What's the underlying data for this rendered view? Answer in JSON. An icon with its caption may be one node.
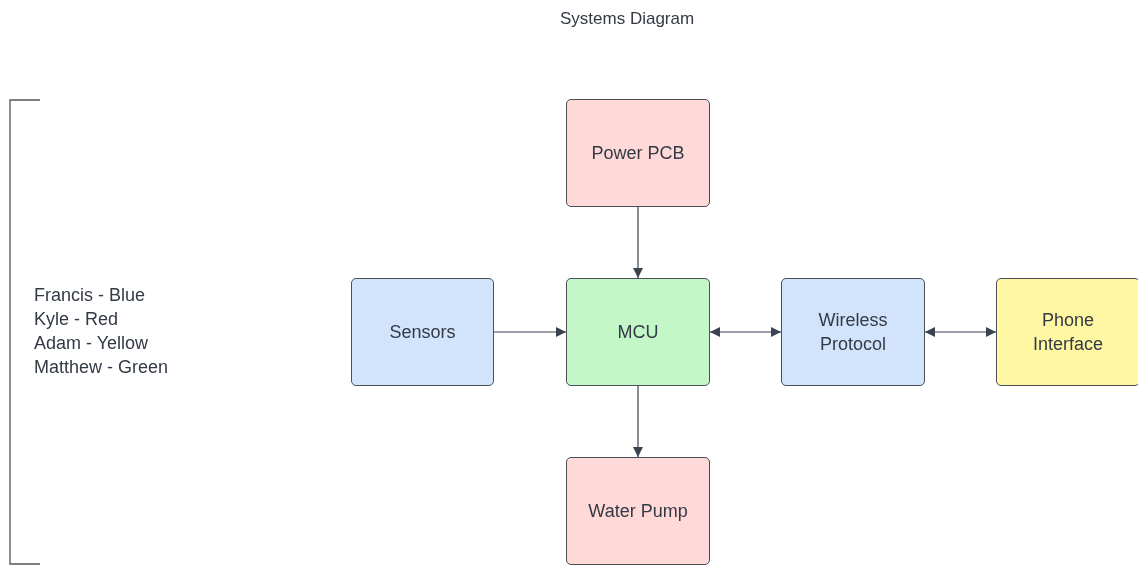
{
  "diagram": {
    "title": "Systems Diagram",
    "nodes": [
      {
        "text": [
          "Power PCB"
        ]
      },
      {
        "text": [
          "Sensors"
        ]
      },
      {
        "text": [
          "MCU"
        ]
      },
      {
        "text": [
          "Wireless Protocol"
        ]
      },
      {
        "text": [
          "Phone Interface"
        ]
      },
      {
        "text": [
          "Water Pump"
        ]
      }
    ],
    "edges": [
      {
        "from": 0,
        "to": 2,
        "arrow": "to"
      },
      {
        "from": 1,
        "to": 2,
        "arrow": "to"
      },
      {
        "from": 2,
        "to": 3,
        "arrow": "both"
      },
      {
        "from": 3,
        "to": 4,
        "arrow": "both"
      },
      {
        "from": 2,
        "to": 5,
        "arrow": "to"
      }
    ],
    "labels": [
      "Francis - Blue",
      "Kyle - Red",
      "Adam - Yellow",
      "Matthew - Green"
    ]
  }
}
